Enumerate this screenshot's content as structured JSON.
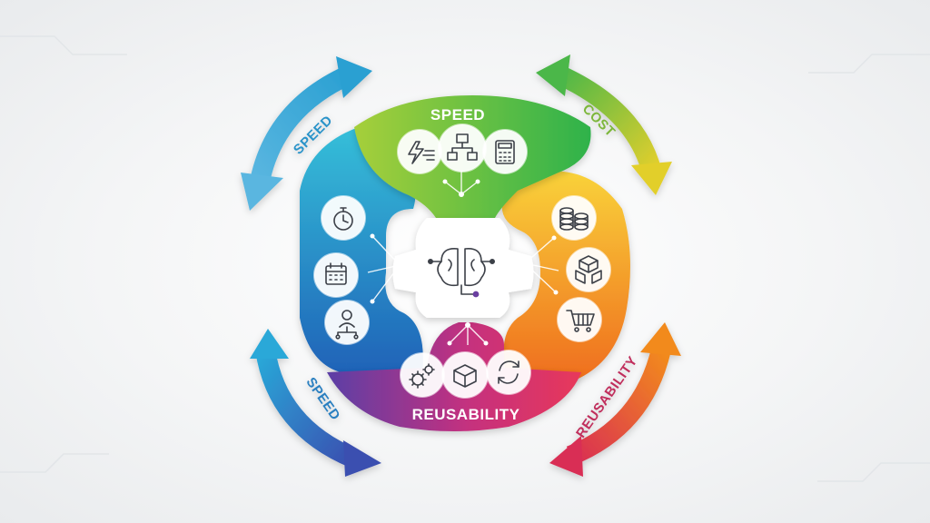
{
  "segments": {
    "top": {
      "title": "SPEED",
      "color_from": "#8cc63f",
      "color_to": "#2eb24b"
    },
    "bottom": {
      "title": "REUSABILITY",
      "color_from": "#e23a7c",
      "color_to": "#6a3fa0"
    },
    "left": {
      "color_from": "#29b6d8",
      "color_to": "#1f6fbf"
    },
    "right": {
      "color_from": "#f7c531",
      "color_to": "#f0731f"
    }
  },
  "arrows": {
    "top_left": {
      "label": "SPEED",
      "color": "#3aa8d8"
    },
    "top_right": {
      "label": "COST",
      "color": "#8cc63f"
    },
    "bottom_left": {
      "label": "SPEED",
      "color": "#2f7fc6"
    },
    "bottom_right": {
      "label": "REUSABILITY",
      "color": "#d8355a"
    }
  },
  "icons": {
    "top": [
      "lightning-speed-icon",
      "network-nodes-icon",
      "calculator-icon"
    ],
    "left": [
      "stopwatch-icon",
      "calendar-icon",
      "user-network-icon"
    ],
    "right": [
      "coin-stack-icon",
      "stacked-boxes-icon",
      "shopping-cart-icon"
    ],
    "bottom": [
      "gears-icon",
      "box-icon",
      "refresh-cycle-icon"
    ],
    "center": "ai-brain-circuit-icon"
  }
}
